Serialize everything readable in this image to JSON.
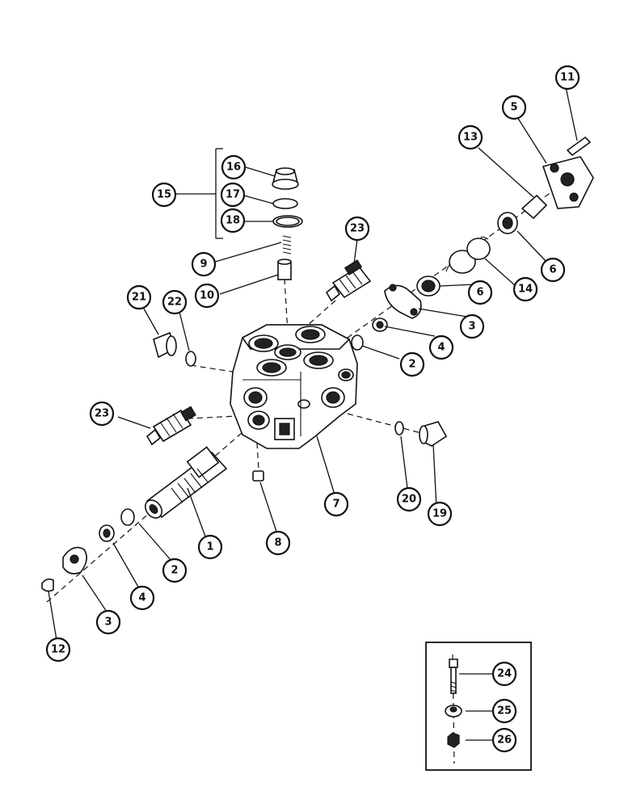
{
  "diagram": {
    "callouts": [
      {
        "id": "c1",
        "label": "1"
      },
      {
        "id": "c2a",
        "label": "2"
      },
      {
        "id": "c2b",
        "label": "2"
      },
      {
        "id": "c3a",
        "label": "3"
      },
      {
        "id": "c3b",
        "label": "3"
      },
      {
        "id": "c4a",
        "label": "4"
      },
      {
        "id": "c4b",
        "label": "4"
      },
      {
        "id": "c5",
        "label": "5"
      },
      {
        "id": "c6a",
        "label": "6"
      },
      {
        "id": "c6b",
        "label": "6"
      },
      {
        "id": "c7",
        "label": "7"
      },
      {
        "id": "c8",
        "label": "8"
      },
      {
        "id": "c9",
        "label": "9"
      },
      {
        "id": "c10",
        "label": "10"
      },
      {
        "id": "c11",
        "label": "11"
      },
      {
        "id": "c12",
        "label": "12"
      },
      {
        "id": "c13",
        "label": "13"
      },
      {
        "id": "c14",
        "label": "14"
      },
      {
        "id": "c15",
        "label": "15"
      },
      {
        "id": "c16",
        "label": "16"
      },
      {
        "id": "c17",
        "label": "17"
      },
      {
        "id": "c18",
        "label": "18"
      },
      {
        "id": "c19",
        "label": "19"
      },
      {
        "id": "c20",
        "label": "20"
      },
      {
        "id": "c21",
        "label": "21"
      },
      {
        "id": "c22",
        "label": "22"
      },
      {
        "id": "c23a",
        "label": "23"
      },
      {
        "id": "c23b",
        "label": "23"
      },
      {
        "id": "c24",
        "label": "24"
      },
      {
        "id": "c25",
        "label": "25"
      },
      {
        "id": "c26",
        "label": "26"
      }
    ]
  }
}
